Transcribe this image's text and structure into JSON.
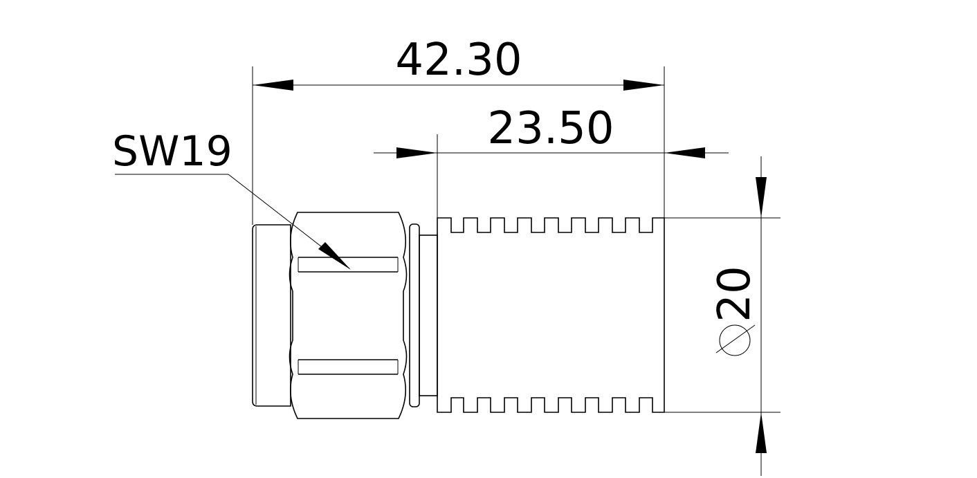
{
  "drawing": {
    "dimensions": {
      "overall_length": "42.30",
      "thread_length": "23.50",
      "diameter": "20",
      "diameter_symbol": "⌀"
    },
    "labels": {
      "wrench_size": "SW19"
    }
  }
}
